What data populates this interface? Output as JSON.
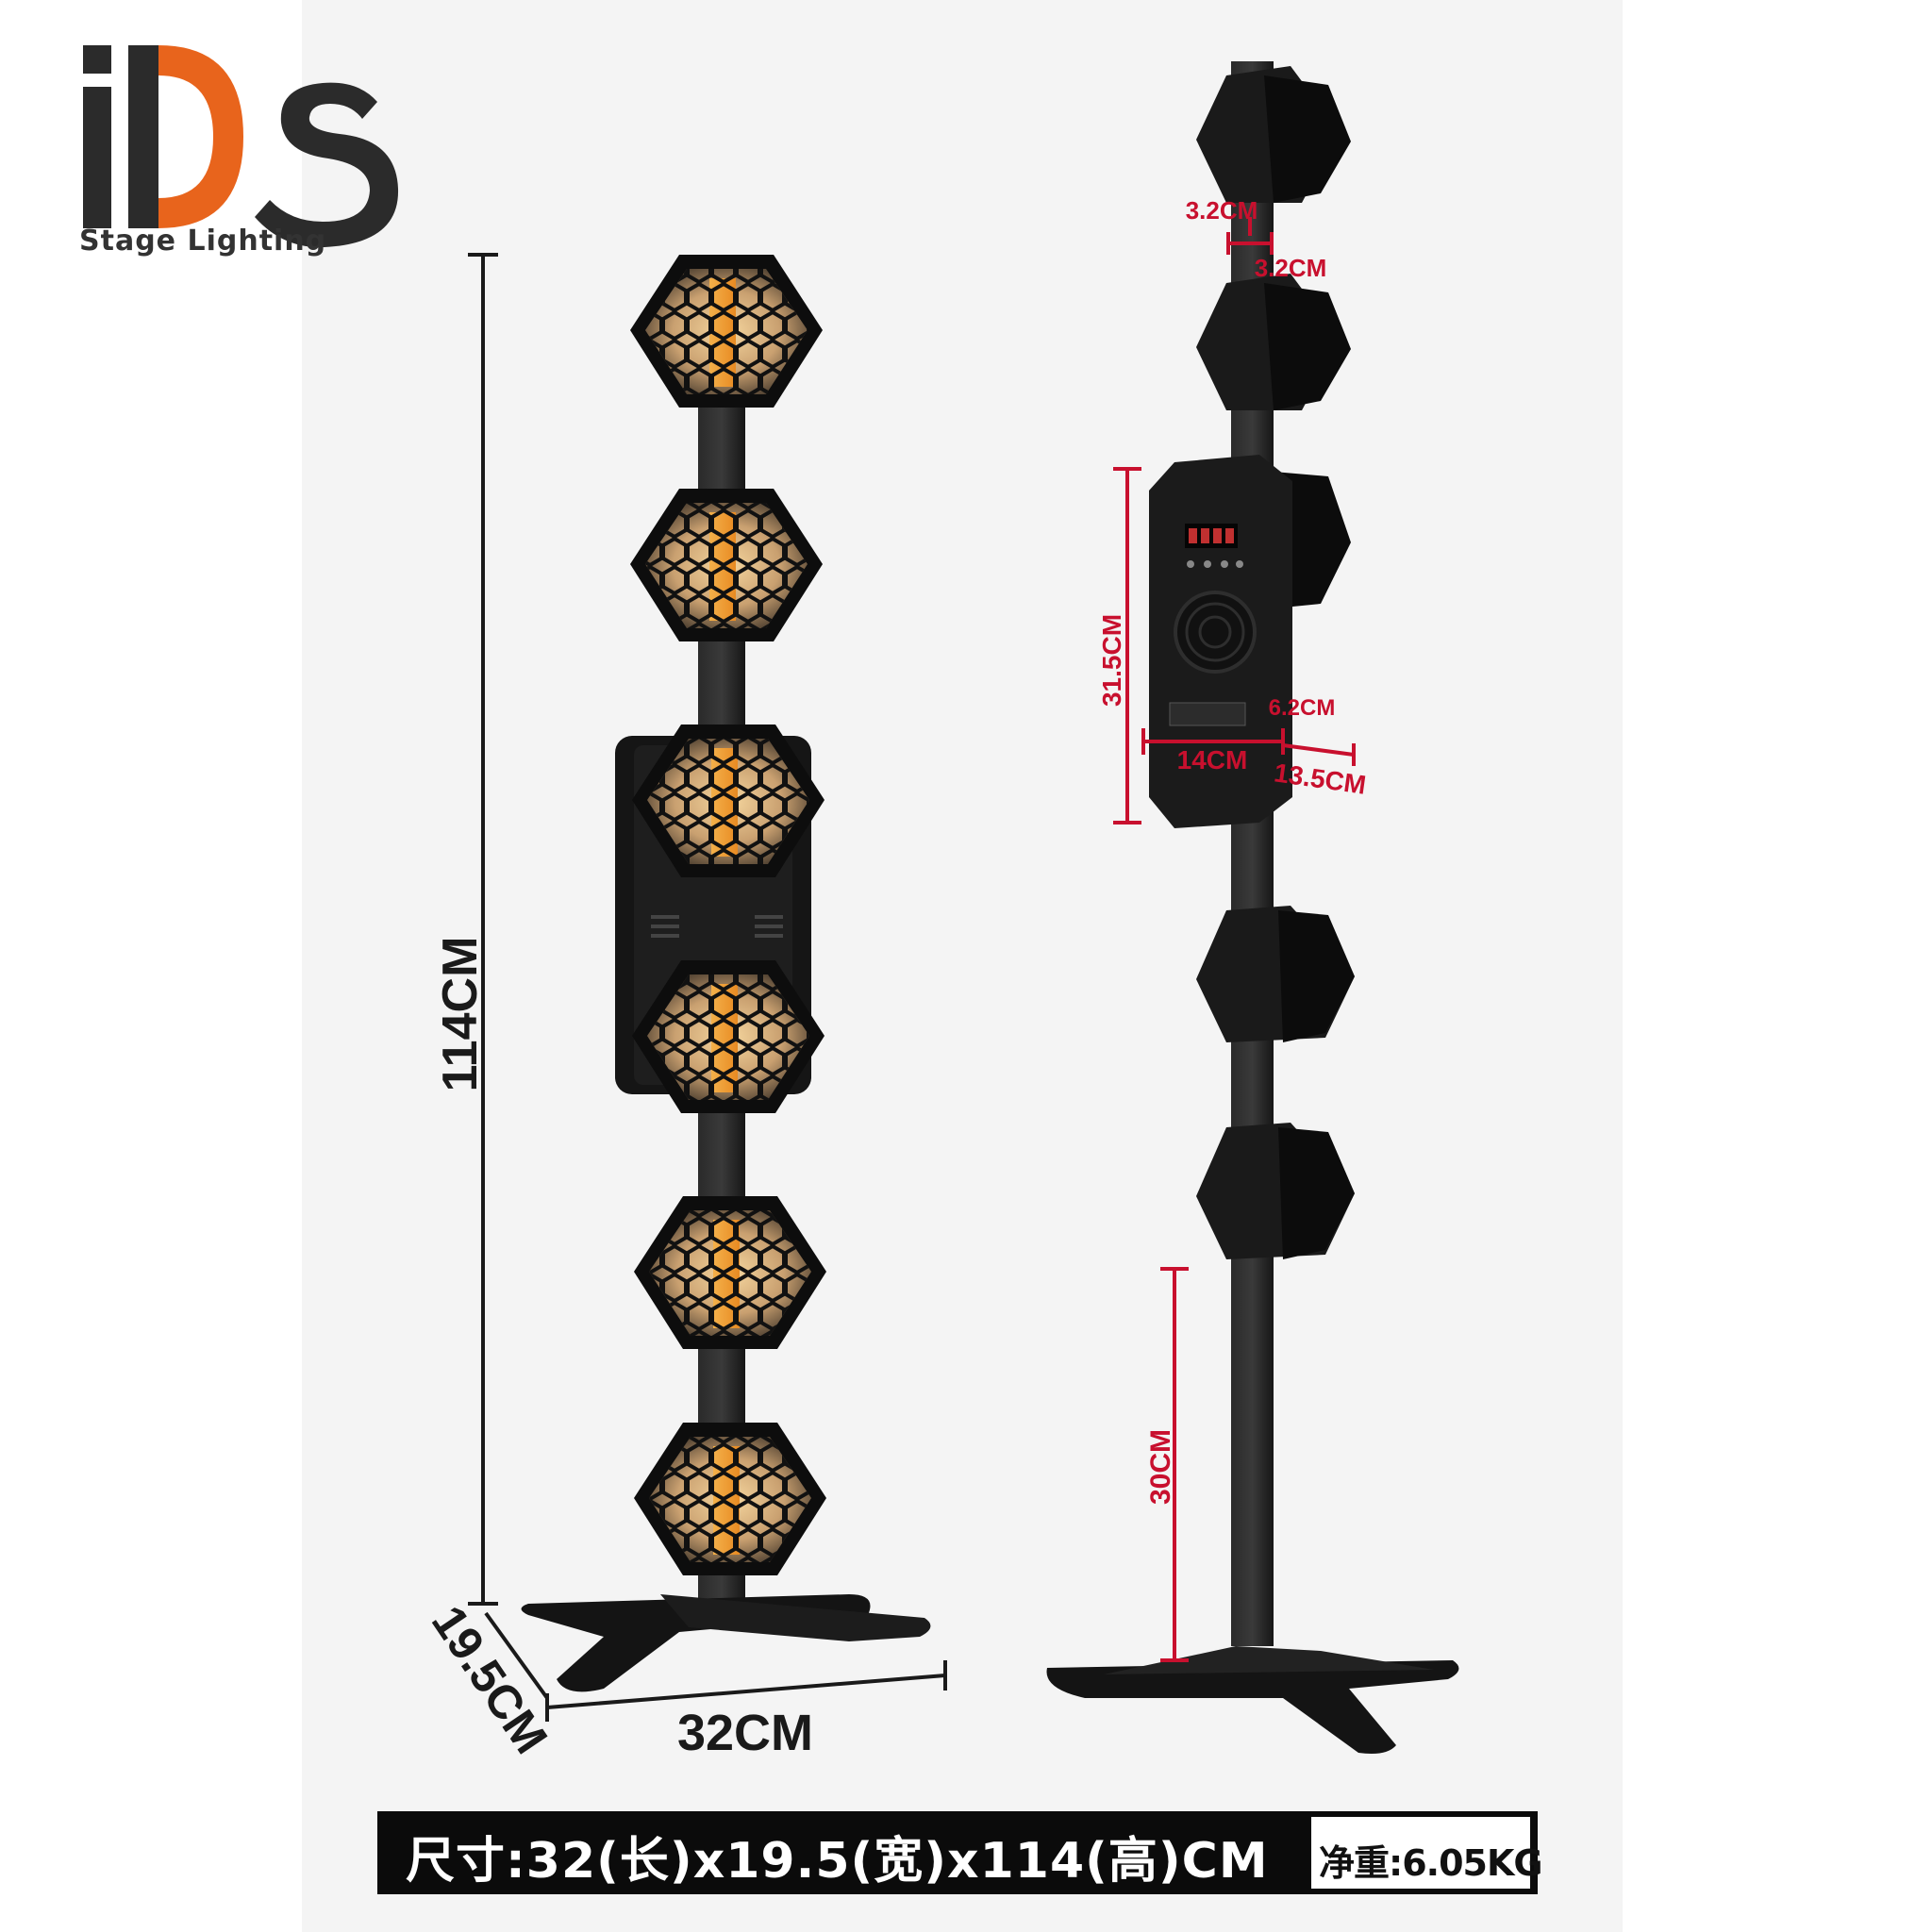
{
  "logo": {
    "brand": "iDS",
    "subtitle": "Stage Lighting",
    "accent_color": "#e8641c",
    "dark_color": "#2b2b2b"
  },
  "dimensions": {
    "height_total": "114CM",
    "depth": "19.5CM",
    "width": "32CM",
    "gap_top": "3.2CM",
    "gap_side": "3.2CM",
    "box_height": "31.5CM",
    "box_width": "14CM",
    "box_offset": "6.2CM",
    "box_depth": "13.5CM",
    "pole_bottom": "30CM"
  },
  "footer": {
    "spec": "尺寸:32(长)x19.5(宽)x114(高)CM",
    "weight": "净重:6.05KG"
  },
  "colors": {
    "dimension_red": "#c8102e",
    "fixture_black": "#111111",
    "glow_amber": "#f0a040"
  }
}
